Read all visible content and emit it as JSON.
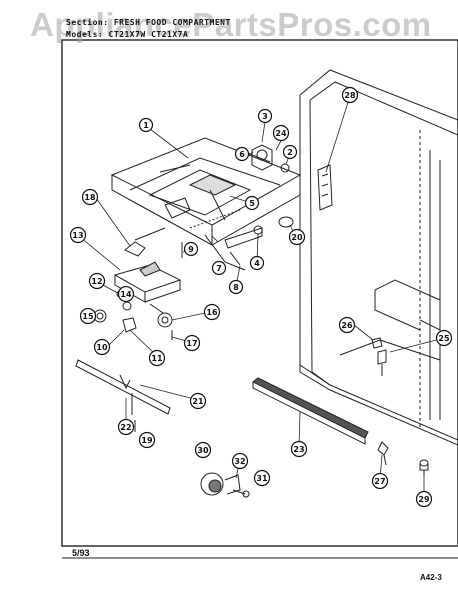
{
  "header": {
    "line1": "Section: FRESH FOOD COMPARTMENT",
    "line2": "Models: CT21X7W CT21X7A"
  },
  "watermark": "AppliancePartsPros.com",
  "footer": {
    "date": "5/93",
    "page_code": "A42-3"
  },
  "callouts": [
    "1",
    "3",
    "24",
    "6",
    "2",
    "5",
    "28",
    "18",
    "9",
    "7",
    "4",
    "20",
    "8",
    "13",
    "12",
    "14",
    "15",
    "16",
    "17",
    "10",
    "11",
    "21",
    "22",
    "19",
    "23",
    "26",
    "25",
    "30",
    "32",
    "31",
    "27",
    "29"
  ]
}
